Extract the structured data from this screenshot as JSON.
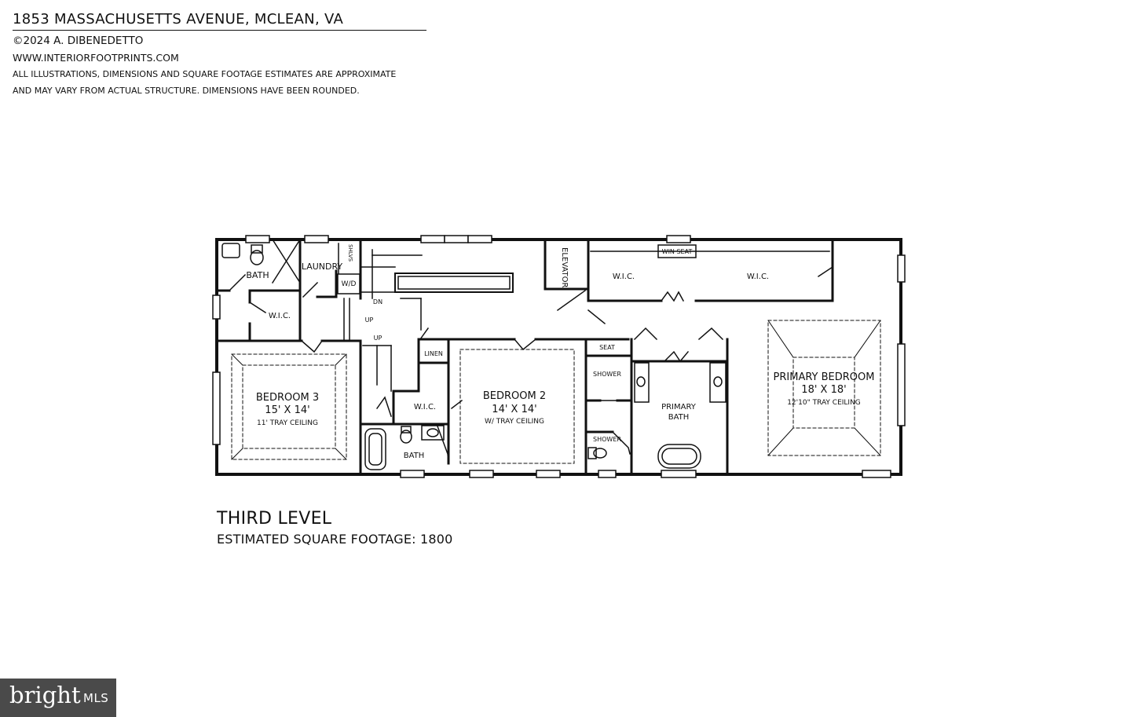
{
  "header": {
    "address": "1853 MASSACHUSETTS AVENUE, MCLEAN, VA",
    "copyright": "©2024 A. DIBENEDETTO",
    "website": "WWW.INTERIORFOOTPRINTS.COM",
    "disclaimer_line1": "ALL ILLUSTRATIONS, DIMENSIONS AND SQUARE FOOTAGE ESTIMATES ARE APPROXIMATE",
    "disclaimer_line2": "AND MAY VARY FROM ACTUAL STRUCTURE. DIMENSIONS HAVE BEEN ROUNDED."
  },
  "plan": {
    "rooms": {
      "bath_left": "BATH",
      "laundry": "LAUNDRY",
      "shlvs": "SHLVS",
      "wd": "W/D",
      "wic_left": "W.I.C.",
      "dn": "DN",
      "up1": "UP",
      "up2": "UP",
      "elevator": "ELEVATOR",
      "wic_top1": "W.I.C.",
      "win_seat": "WIN SEAT",
      "wic_top2": "W.I.C.",
      "linen": "LINEN",
      "seat": "SEAT",
      "shower1": "SHOWER",
      "shower2": "SHOWER",
      "bedroom3_name": "BEDROOM 3",
      "bedroom3_size": "15' X 14'",
      "bedroom3_ceiling": "11' TRAY CEILING",
      "bedroom2_name": "BEDROOM 2",
      "bedroom2_size": "14' X 14'",
      "bedroom2_ceiling": "W/ TRAY CEILING",
      "wic_mid": "W.I.C.",
      "bath_mid": "BATH",
      "primary_bath_1": "PRIMARY",
      "primary_bath_2": "BATH",
      "primary_bedroom_name": "PRIMARY BEDROOM",
      "primary_bedroom_size": "18' X 18'",
      "primary_bedroom_ceiling": "12'10\" TRAY CEILING"
    }
  },
  "level": {
    "name": "THIRD LEVEL",
    "square_footage": "ESTIMATED SQUARE FOOTAGE: 1800"
  },
  "badge": {
    "brand": "bright",
    "suffix": "MLS"
  }
}
